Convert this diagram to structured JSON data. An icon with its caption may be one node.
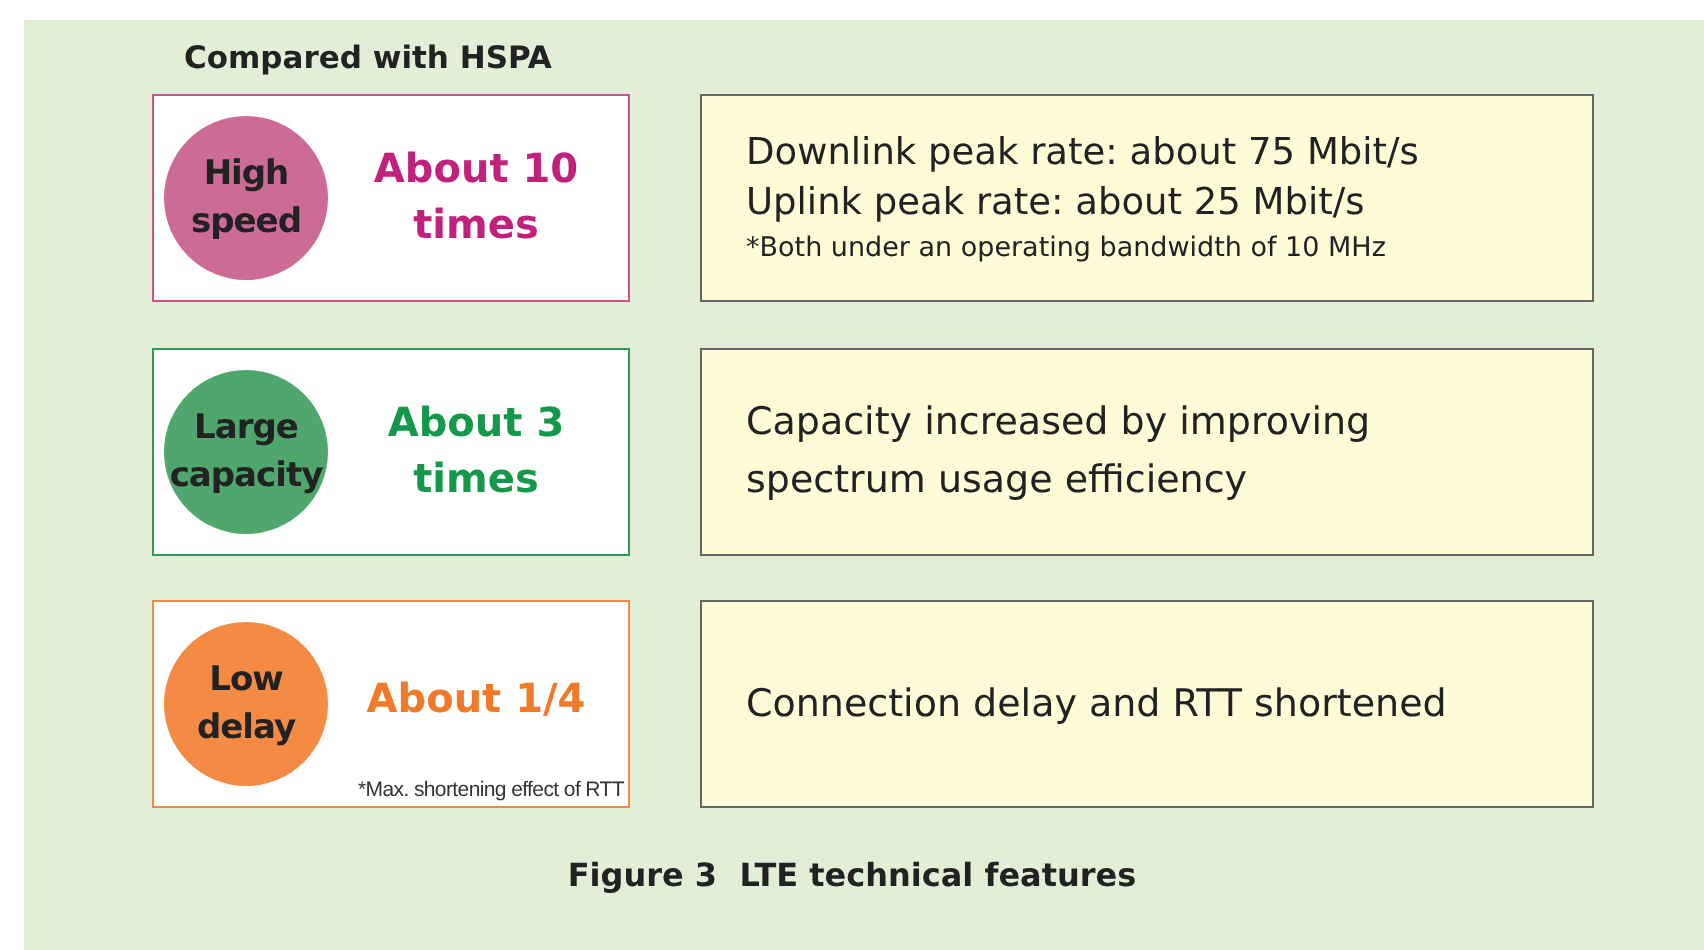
{
  "diagram": {
    "caption": "Figure 3  LTE technical features",
    "nodes": [
      {
        "text": [
          "About 10 times"
        ]
      },
      {
        "text": [
          "High speed"
        ],
        "in": 0
      },
      {
        "text": [
          "Downlink peak rate: about 75 Mbit/s",
          "Uplink peak rate: about 25 Mbit/s",
          "*Both under an operating bandwidth of 10 MHz"
        ]
      },
      {
        "text": [
          "About 3 times"
        ]
      },
      {
        "text": [
          "Large capacity"
        ],
        "in": 3
      },
      {
        "text": [
          "Capacity increased by improving spectrum usage efficiency"
        ]
      },
      {
        "text": [
          "About 1/4",
          "*Max. shortening effect of RTT"
        ]
      },
      {
        "text": [
          "Low delay"
        ],
        "in": 6
      },
      {
        "text": [
          "Connection delay and RTT shortened"
        ]
      }
    ],
    "labels": [
      "Compared with HSPA"
    ]
  }
}
